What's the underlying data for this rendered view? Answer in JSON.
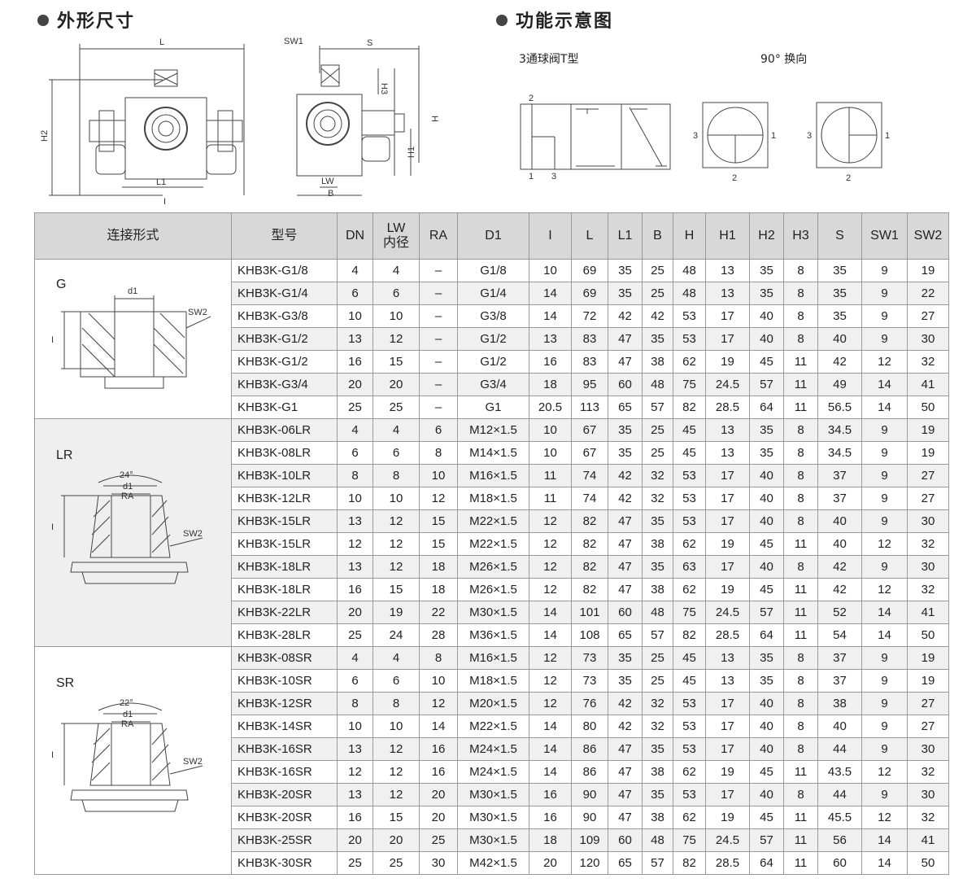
{
  "headings": {
    "dimensions": "外形尺寸",
    "function": "功能示意图"
  },
  "dimension_labels": {
    "L": "L",
    "H2": "H2",
    "L1": "L1",
    "I": "I",
    "SW1": "SW1",
    "S": "S",
    "H3": "H3",
    "H": "H",
    "H1": "H1",
    "LW": "LW",
    "B": "B"
  },
  "function_diagram": {
    "valve_caption": "3通球阀T型",
    "rotation_caption": "90° 换向",
    "ports": {
      "p1": "1",
      "p2": "2",
      "p3": "3"
    }
  },
  "table": {
    "headers": [
      "连接形式",
      "型号",
      "DN",
      "LW\n内径",
      "RA",
      "D1",
      "I",
      "L",
      "L1",
      "B",
      "H",
      "H1",
      "H2",
      "H3",
      "S",
      "SW1",
      "SW2"
    ],
    "groups": [
      {
        "name": "G",
        "drawing_labels": {
          "d1": "d1",
          "sw2": "SW2",
          "i": "I"
        },
        "rows": [
          [
            "KHB3K-G1/8",
            "4",
            "4",
            "–",
            "G1/8",
            "10",
            "69",
            "35",
            "25",
            "48",
            "13",
            "35",
            "8",
            "35",
            "9",
            "19"
          ],
          [
            "KHB3K-G1/4",
            "6",
            "6",
            "–",
            "G1/4",
            "14",
            "69",
            "35",
            "25",
            "48",
            "13",
            "35",
            "8",
            "35",
            "9",
            "22"
          ],
          [
            "KHB3K-G3/8",
            "10",
            "10",
            "–",
            "G3/8",
            "14",
            "72",
            "42",
            "42",
            "53",
            "17",
            "40",
            "8",
            "35",
            "9",
            "27"
          ],
          [
            "KHB3K-G1/2",
            "13",
            "12",
            "–",
            "G1/2",
            "13",
            "83",
            "47",
            "35",
            "53",
            "17",
            "40",
            "8",
            "40",
            "9",
            "30"
          ],
          [
            "KHB3K-G1/2",
            "16",
            "15",
            "–",
            "G1/2",
            "16",
            "83",
            "47",
            "38",
            "62",
            "19",
            "45",
            "11",
            "42",
            "12",
            "32"
          ],
          [
            "KHB3K-G3/4",
            "20",
            "20",
            "–",
            "G3/4",
            "18",
            "95",
            "60",
            "48",
            "75",
            "24.5",
            "57",
            "11",
            "49",
            "14",
            "41"
          ],
          [
            "KHB3K-G1",
            "25",
            "25",
            "–",
            "G1",
            "20.5",
            "113",
            "65",
            "57",
            "82",
            "28.5",
            "64",
            "11",
            "56.5",
            "14",
            "50"
          ]
        ]
      },
      {
        "name": "LR",
        "drawing_labels": {
          "angle": "24°",
          "d1": "d1",
          "ra": "RA",
          "sw2": "SW2",
          "i": "I"
        },
        "rows": [
          [
            "KHB3K-06LR",
            "4",
            "4",
            "6",
            "M12×1.5",
            "10",
            "67",
            "35",
            "25",
            "45",
            "13",
            "35",
            "8",
            "34.5",
            "9",
            "19"
          ],
          [
            "KHB3K-08LR",
            "6",
            "6",
            "8",
            "M14×1.5",
            "10",
            "67",
            "35",
            "25",
            "45",
            "13",
            "35",
            "8",
            "34.5",
            "9",
            "19"
          ],
          [
            "KHB3K-10LR",
            "8",
            "8",
            "10",
            "M16×1.5",
            "11",
            "74",
            "42",
            "32",
            "53",
            "17",
            "40",
            "8",
            "37",
            "9",
            "27"
          ],
          [
            "KHB3K-12LR",
            "10",
            "10",
            "12",
            "M18×1.5",
            "11",
            "74",
            "42",
            "32",
            "53",
            "17",
            "40",
            "8",
            "37",
            "9",
            "27"
          ],
          [
            "KHB3K-15LR",
            "13",
            "12",
            "15",
            "M22×1.5",
            "12",
            "82",
            "47",
            "35",
            "53",
            "17",
            "40",
            "8",
            "40",
            "9",
            "30"
          ],
          [
            "KHB3K-15LR",
            "12",
            "12",
            "15",
            "M22×1.5",
            "12",
            "82",
            "47",
            "38",
            "62",
            "19",
            "45",
            "11",
            "40",
            "12",
            "32"
          ],
          [
            "KHB3K-18LR",
            "13",
            "12",
            "18",
            "M26×1.5",
            "12",
            "82",
            "47",
            "35",
            "63",
            "17",
            "40",
            "8",
            "42",
            "9",
            "30"
          ],
          [
            "KHB3K-18LR",
            "16",
            "15",
            "18",
            "M26×1.5",
            "12",
            "82",
            "47",
            "38",
            "62",
            "19",
            "45",
            "11",
            "42",
            "12",
            "32"
          ],
          [
            "KHB3K-22LR",
            "20",
            "19",
            "22",
            "M30×1.5",
            "14",
            "101",
            "60",
            "48",
            "75",
            "24.5",
            "57",
            "11",
            "52",
            "14",
            "41"
          ],
          [
            "KHB3K-28LR",
            "25",
            "24",
            "28",
            "M36×1.5",
            "14",
            "108",
            "65",
            "57",
            "82",
            "28.5",
            "64",
            "11",
            "54",
            "14",
            "50"
          ]
        ]
      },
      {
        "name": "SR",
        "drawing_labels": {
          "angle": "22°",
          "d1": "d1",
          "ra": "RA",
          "sw2": "SW2",
          "i": "I"
        },
        "rows": [
          [
            "KHB3K-08SR",
            "4",
            "4",
            "8",
            "M16×1.5",
            "12",
            "73",
            "35",
            "25",
            "45",
            "13",
            "35",
            "8",
            "37",
            "9",
            "19"
          ],
          [
            "KHB3K-10SR",
            "6",
            "6",
            "10",
            "M18×1.5",
            "12",
            "73",
            "35",
            "25",
            "45",
            "13",
            "35",
            "8",
            "37",
            "9",
            "19"
          ],
          [
            "KHB3K-12SR",
            "8",
            "8",
            "12",
            "M20×1.5",
            "12",
            "76",
            "42",
            "32",
            "53",
            "17",
            "40",
            "8",
            "38",
            "9",
            "27"
          ],
          [
            "KHB3K-14SR",
            "10",
            "10",
            "14",
            "M22×1.5",
            "14",
            "80",
            "42",
            "32",
            "53",
            "17",
            "40",
            "8",
            "40",
            "9",
            "27"
          ],
          [
            "KHB3K-16SR",
            "13",
            "12",
            "16",
            "M24×1.5",
            "14",
            "86",
            "47",
            "35",
            "53",
            "17",
            "40",
            "8",
            "44",
            "9",
            "30"
          ],
          [
            "KHB3K-16SR",
            "12",
            "12",
            "16",
            "M24×1.5",
            "14",
            "86",
            "47",
            "38",
            "62",
            "19",
            "45",
            "11",
            "43.5",
            "12",
            "32"
          ],
          [
            "KHB3K-20SR",
            "13",
            "12",
            "20",
            "M30×1.5",
            "16",
            "90",
            "47",
            "35",
            "53",
            "17",
            "40",
            "8",
            "44",
            "9",
            "30"
          ],
          [
            "KHB3K-20SR",
            "16",
            "15",
            "20",
            "M30×1.5",
            "16",
            "90",
            "47",
            "38",
            "62",
            "19",
            "45",
            "11",
            "45.5",
            "12",
            "32"
          ],
          [
            "KHB3K-25SR",
            "20",
            "20",
            "25",
            "M30×1.5",
            "18",
            "109",
            "60",
            "48",
            "75",
            "24.5",
            "57",
            "11",
            "56",
            "14",
            "41"
          ],
          [
            "KHB3K-30SR",
            "25",
            "25",
            "30",
            "M42×1.5",
            "20",
            "120",
            "65",
            "57",
            "82",
            "28.5",
            "64",
            "11",
            "60",
            "14",
            "50"
          ]
        ]
      }
    ]
  }
}
